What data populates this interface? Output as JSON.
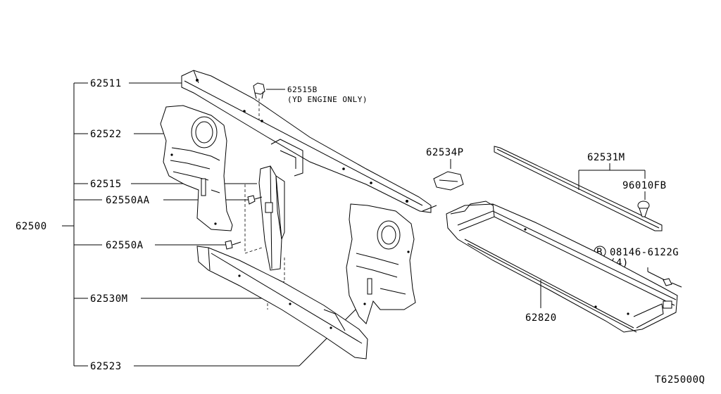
{
  "labels": {
    "main_assembly": "62500",
    "p62511": "62511",
    "p62522": "62522",
    "p62515": "62515",
    "p62550AA": "62550AA",
    "p62550A": "62550A",
    "p62530M": "62530M",
    "p62523": "62523",
    "p62515B": "62515B",
    "p62515B_note": "(YD ENGINE ONLY)",
    "p62534P": "62534P",
    "p62531M": "62531M",
    "p96010FB": "96010FB",
    "bolt_prefix": "B",
    "bolt": "08146-6122G",
    "bolt_qty": "(4)",
    "p62820": "62820",
    "drawing_code": "T625000Q"
  }
}
